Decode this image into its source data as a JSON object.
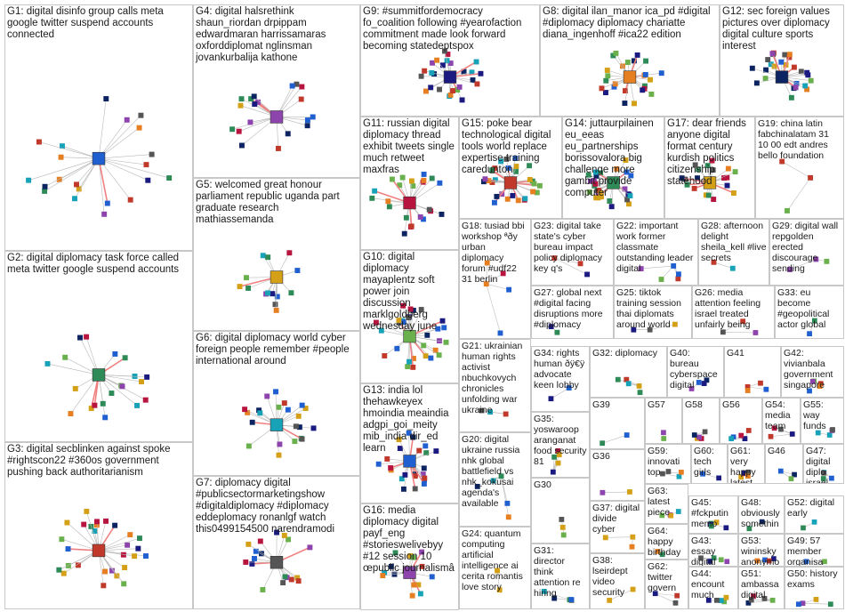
{
  "title": "",
  "groups": [
    {
      "id": "G1",
      "text": "G1: digital disinfo group calls meta google twitter suspend accounts connected"
    },
    {
      "id": "G2",
      "text": "G2: digital diplomacy task force called meta twitter google suspend accounts"
    },
    {
      "id": "G3",
      "text": "G3: digital secblinken against spoke #rightscon22 #360os government pushing back authoritarianism"
    },
    {
      "id": "G4",
      "text": "G4: digital halsrethink shaun_riordan drpippam edwardmaran harrissamaras oxforddiplomat nglinsman jovankurbalija kathone"
    },
    {
      "id": "G5",
      "text": "G5: welcomed great honour parliament republic uganda part graduate research mathiassemanda"
    },
    {
      "id": "G6",
      "text": "G6: digital diplomacy world cyber foreign people remember #people international around"
    },
    {
      "id": "G7",
      "text": "G7: diplomacy digital #publicsectormarketingshow #digitaldiplomacy #diplomacy eddeplomacy ronanlgf watch this0499154500 narendramodi"
    },
    {
      "id": "G8",
      "text": "G8: digital ilan_manor ica_pd #digital #diplomacy diplomacy chariatte diana_ingenhoff #ica22 edition"
    },
    {
      "id": "G9",
      "text": "G9: #summitfordemocracy fo_coalition following #yearofaction commitment made look forward becoming statedeptspox"
    },
    {
      "id": "G10",
      "text": "G10: digital diplomacy mayaplentz soft power join discussion marklgoldberg wednesday june"
    },
    {
      "id": "G11",
      "text": "G11: russian digital diplomacy thread exhibit tweets single much retweet maxfras"
    },
    {
      "id": "G12",
      "text": "G12: sec foreign values pictures over diplomacy digital culture sports interest"
    },
    {
      "id": "G13",
      "text": "G13: india lol thehawkeyex hmoindia meaindia adgpi_goi_meity mib_india dir_ed learn"
    },
    {
      "id": "G14",
      "text": "G14: juttaurpilainen eu_eeas eu_partnerships borissovalora big challenge more gambit provide computer"
    },
    {
      "id": "G15",
      "text": "G15: poke bear technological digital tools world replace expertise training caredunton"
    },
    {
      "id": "G16",
      "text": "G16: media diplomacy digital payf_eng #storieswelivebyy #12 session 10 œpublic journalismâ"
    },
    {
      "id": "G17",
      "text": "G17: dear friends anyone digital format century kurdish politics citizenship statehood"
    },
    {
      "id": "G18",
      "text": "G18: tusiad bbi workshop ªðy urban diplomacy forum #udf22 31 berlin"
    },
    {
      "id": "G19",
      "text": "G19: china latin fabchinalatam 31 10 00 edt andres bello foundation"
    },
    {
      "id": "G20",
      "text": "G20: digital ukraine russia nhk global battlefield vs nhk_kokusai agenda's available"
    },
    {
      "id": "G21",
      "text": "G21: ukrainian human rights activist nbuchkovych chronicles unfolding war ukraine"
    },
    {
      "id": "G22",
      "text": "G22: important work former classmate outstanding leader digital"
    },
    {
      "id": "G23",
      "text": "G23: digital take state's cyber bureau impact policy diplomacy key q's"
    },
    {
      "id": "G24",
      "text": "G24: quantum computing artificial intelligence ai cerita romantis love story"
    },
    {
      "id": "G25",
      "text": "G25: tiktok training session thai diplomats around world"
    },
    {
      "id": "G26",
      "text": "G26: media attention feeling israel treated unfairly being"
    },
    {
      "id": "G27",
      "text": "G27: global next #digital facing disruptions more #diplomacy"
    },
    {
      "id": "G28",
      "text": "G28: afternoon delight sheila_kell #live secrets"
    },
    {
      "id": "G29",
      "text": "G29: digital wall repgolden erected discourage sending"
    },
    {
      "id": "G30",
      "text": "G30"
    },
    {
      "id": "G31",
      "text": "G31: director think attention re hiring"
    },
    {
      "id": "G32",
      "text": "G32: diplomacy"
    },
    {
      "id": "G33",
      "text": "G33: eu become #geopolitical actor global"
    },
    {
      "id": "G34",
      "text": "G34: rights human ðÿ€ÿ advocate keen lobby"
    },
    {
      "id": "G35",
      "text": "G35: yoswaroop aranganat food security 81"
    },
    {
      "id": "G36",
      "text": "G36"
    },
    {
      "id": "G37",
      "text": "G37: digital divide cyber"
    },
    {
      "id": "G38",
      "text": "G38: lseirdept video security"
    },
    {
      "id": "G39",
      "text": "G39"
    },
    {
      "id": "G40",
      "text": "G40: bureau cyberspace digital"
    },
    {
      "id": "G41",
      "text": "G41"
    },
    {
      "id": "G42",
      "text": "G42: vivianbala government singapore"
    },
    {
      "id": "G43",
      "text": "G43: essay digital"
    },
    {
      "id": "G44",
      "text": "G44: encount much"
    },
    {
      "id": "G45",
      "text": "G45: #fckputin memo"
    },
    {
      "id": "G46",
      "text": "G46"
    },
    {
      "id": "G47",
      "text": "G47: digital diplo israel"
    },
    {
      "id": "G48",
      "text": "G48: obviously somethin"
    },
    {
      "id": "G49",
      "text": "G49: 57 member organisa"
    },
    {
      "id": "G50",
      "text": "G50: history exams"
    },
    {
      "id": "G51",
      "text": "G51: ambassa digital"
    },
    {
      "id": "G52",
      "text": "G52: digital early"
    },
    {
      "id": "G53",
      "text": "G53: wininsky anonymo"
    },
    {
      "id": "G54",
      "text": "G54: media team"
    },
    {
      "id": "G55",
      "text": "G55: way funds"
    },
    {
      "id": "G56",
      "text": "G56"
    },
    {
      "id": "G57",
      "text": "G57"
    },
    {
      "id": "G58",
      "text": "G58"
    },
    {
      "id": "G59",
      "text": "G59: innovati top"
    },
    {
      "id": "G60",
      "text": "G60: tech girls"
    },
    {
      "id": "G61",
      "text": "G61: very happy latest"
    },
    {
      "id": "G62",
      "text": "G62: twitter govern"
    },
    {
      "id": "G63",
      "text": "G63: latest piece"
    },
    {
      "id": "G64",
      "text": "G64: happy birthday"
    }
  ]
}
